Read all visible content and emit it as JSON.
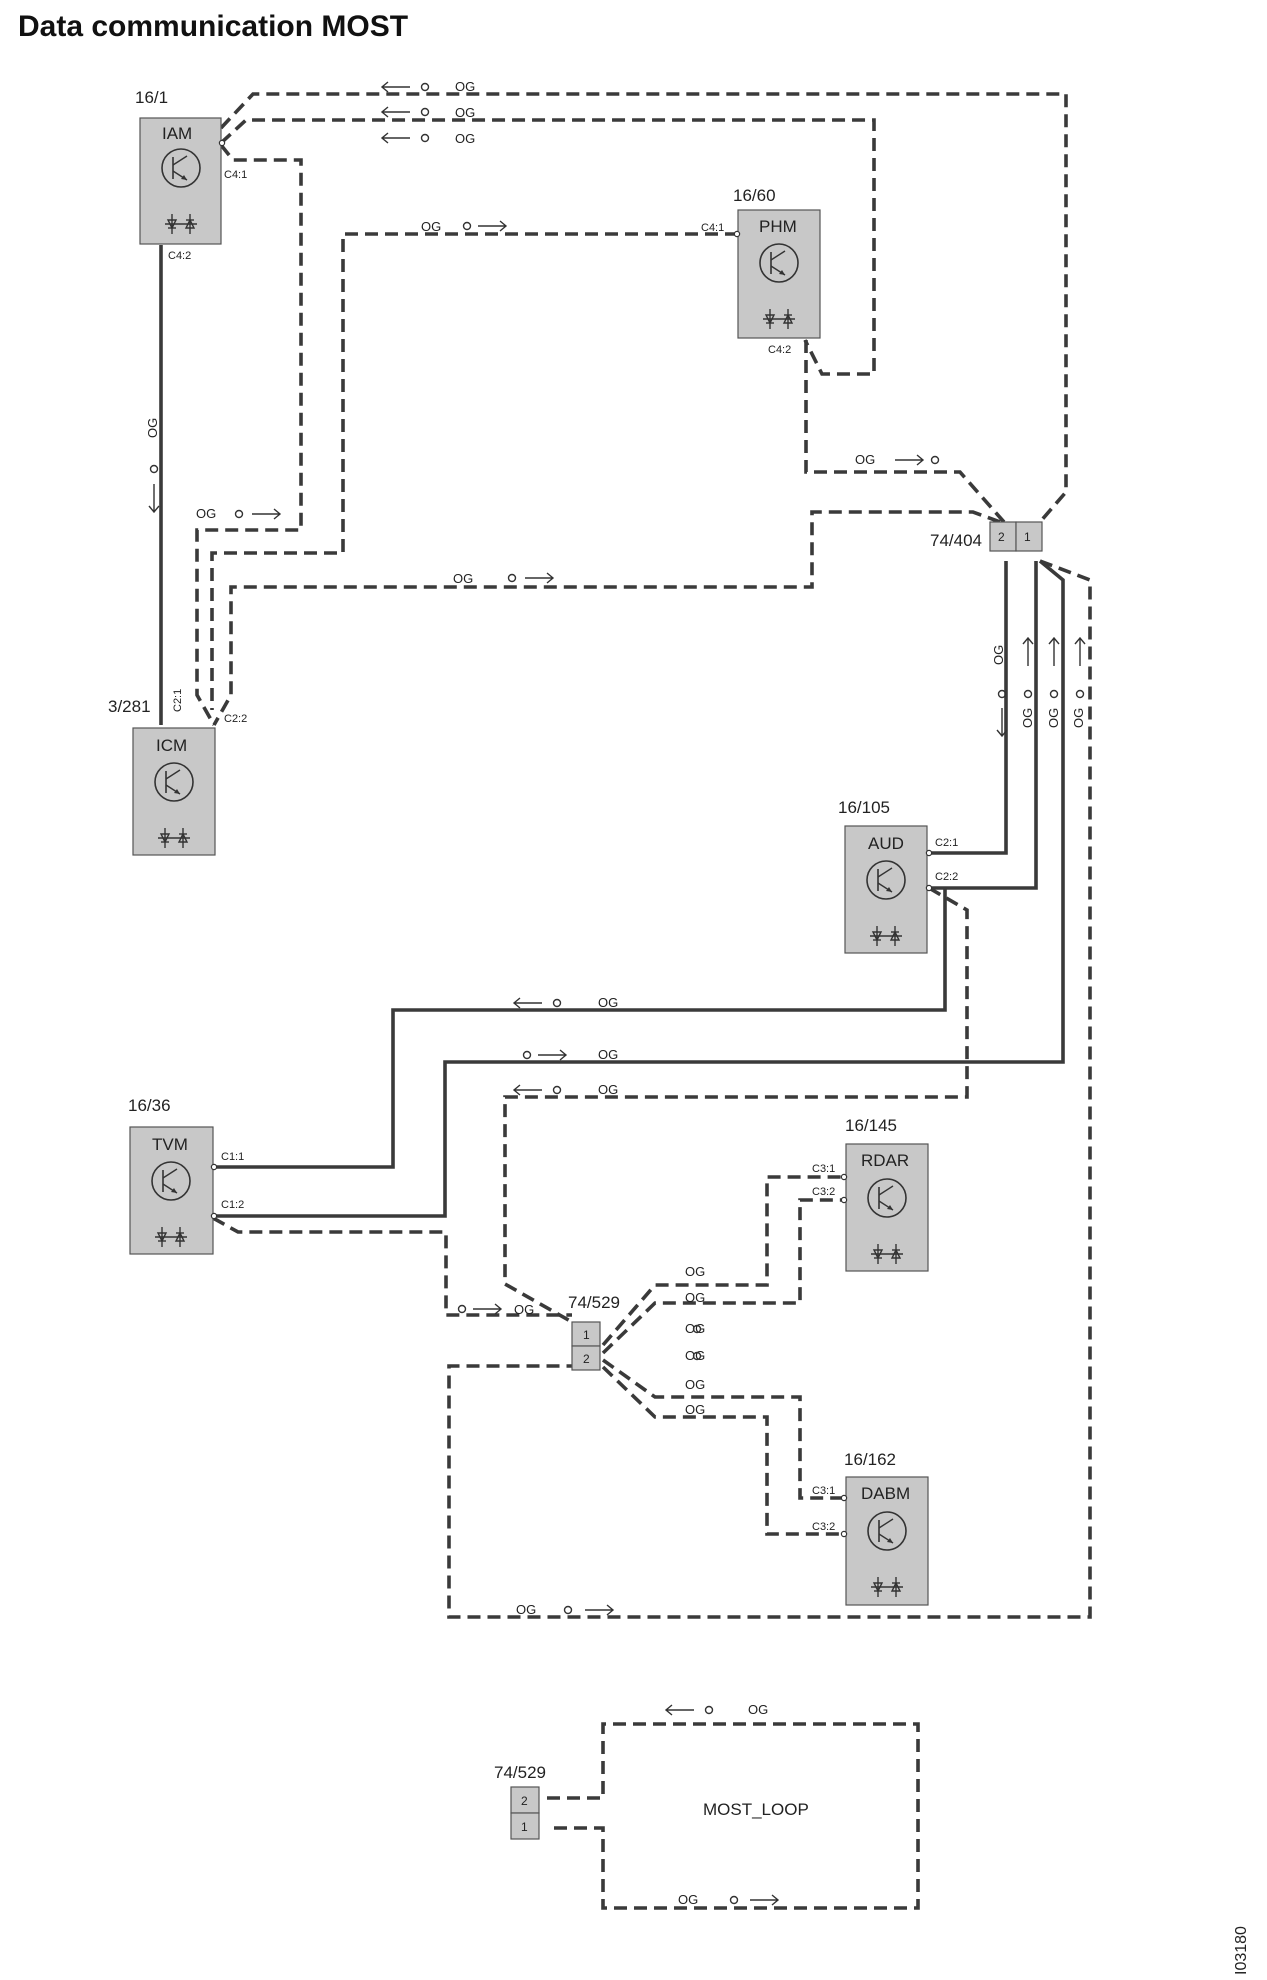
{
  "title": "Data communication MOST",
  "figure_id": "I03180",
  "wire_color": "OG",
  "modules": {
    "iam": {
      "ref": "16/1",
      "name": "IAM",
      "pins": [
        "C4:1",
        "C4:2"
      ]
    },
    "phm": {
      "ref": "16/60",
      "name": "PHM",
      "pins": [
        "C4:1",
        "C4:2"
      ]
    },
    "icm": {
      "ref": "3/281",
      "name": "ICM",
      "pins": [
        "C2:1",
        "C2:2"
      ]
    },
    "aud": {
      "ref": "16/105",
      "name": "AUD",
      "pins": [
        "C2:1",
        "C2:2"
      ]
    },
    "tvm": {
      "ref": "16/36",
      "name": "TVM",
      "pins": [
        "C1:1",
        "C1:2"
      ]
    },
    "rdar": {
      "ref": "16/145",
      "name": "RDAR",
      "pins": [
        "C3:1",
        "C3:2"
      ]
    },
    "dabm": {
      "ref": "16/162",
      "name": "DABM",
      "pins": [
        "C3:1",
        "C3:2"
      ]
    }
  },
  "connectors": {
    "c404": {
      "ref": "74/404",
      "cells": [
        "2",
        "1"
      ]
    },
    "c529": {
      "ref": "74/529",
      "cells": [
        "1",
        "2"
      ]
    },
    "c529_loop": {
      "ref": "74/529",
      "cells": [
        "2",
        "1"
      ]
    }
  },
  "loop": {
    "label": "MOST_LOOP"
  }
}
